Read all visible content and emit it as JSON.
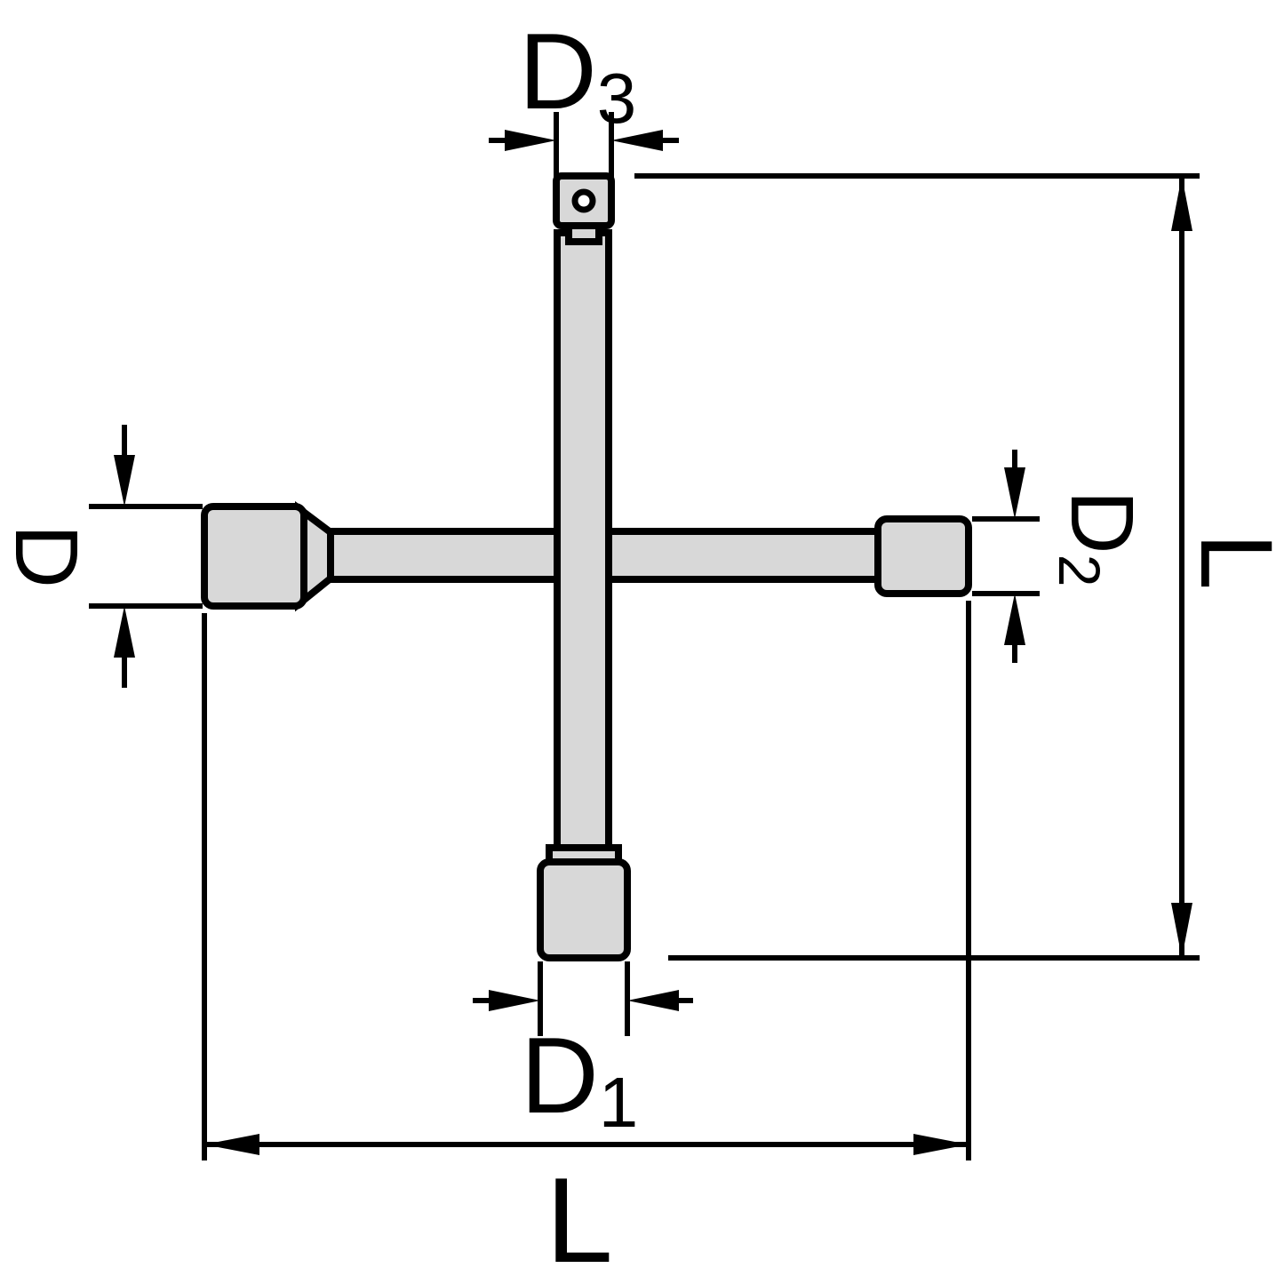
{
  "diagram": {
    "figure": "cross-wrench-technical-dimension-drawing",
    "colors": {
      "line": "#000000",
      "part_fill": "#d8d8d8",
      "background": "#ffffff"
    },
    "dimensions": {
      "top": {
        "main": "D",
        "sub": "3"
      },
      "left": {
        "main": "D",
        "sub": ""
      },
      "right": {
        "main": "D",
        "sub": "2"
      },
      "bottom": {
        "main": "D",
        "sub": "1"
      },
      "overall_width": {
        "main": "L",
        "sub": ""
      },
      "overall_height": {
        "main": "L",
        "sub": ""
      }
    }
  }
}
